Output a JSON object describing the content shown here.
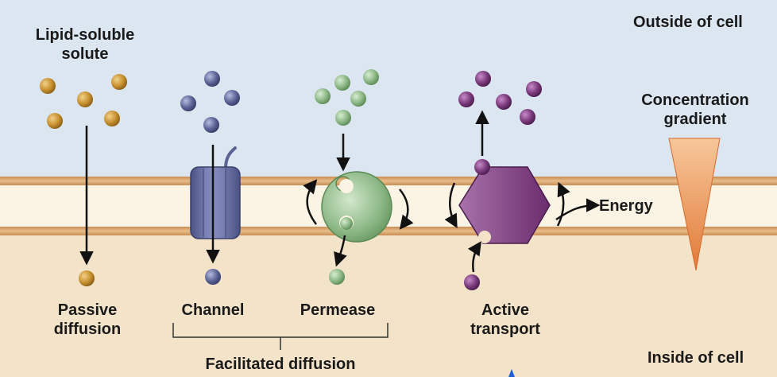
{
  "regions": {
    "outside_label": "Outside of cell",
    "inside_label": "Inside of cell"
  },
  "solute": {
    "line1": "Lipid-soluble",
    "line2": "solute"
  },
  "gradient": {
    "line1": "Concentration",
    "line2": "gradient"
  },
  "energy_label": "Energy",
  "mechanisms": {
    "passive": {
      "line1": "Passive",
      "line2": "diffusion"
    },
    "channel": "Channel",
    "permease": "Permease",
    "active": {
      "line1": "Active",
      "line2": "transport"
    },
    "facilitated": "Facilitated diffusion"
  },
  "colors": {
    "outside": "#dce6f0",
    "inside": "#f2e3c9",
    "membrane_band": "#d9a871",
    "membrane_core": "#fbf3e4",
    "lipid_solute": "#c7902e",
    "channel_solute": "#5c6496",
    "permease_solute": "#8cb886",
    "active_solute": "#7a3a7c",
    "gradient_fill": "#ec9455"
  }
}
